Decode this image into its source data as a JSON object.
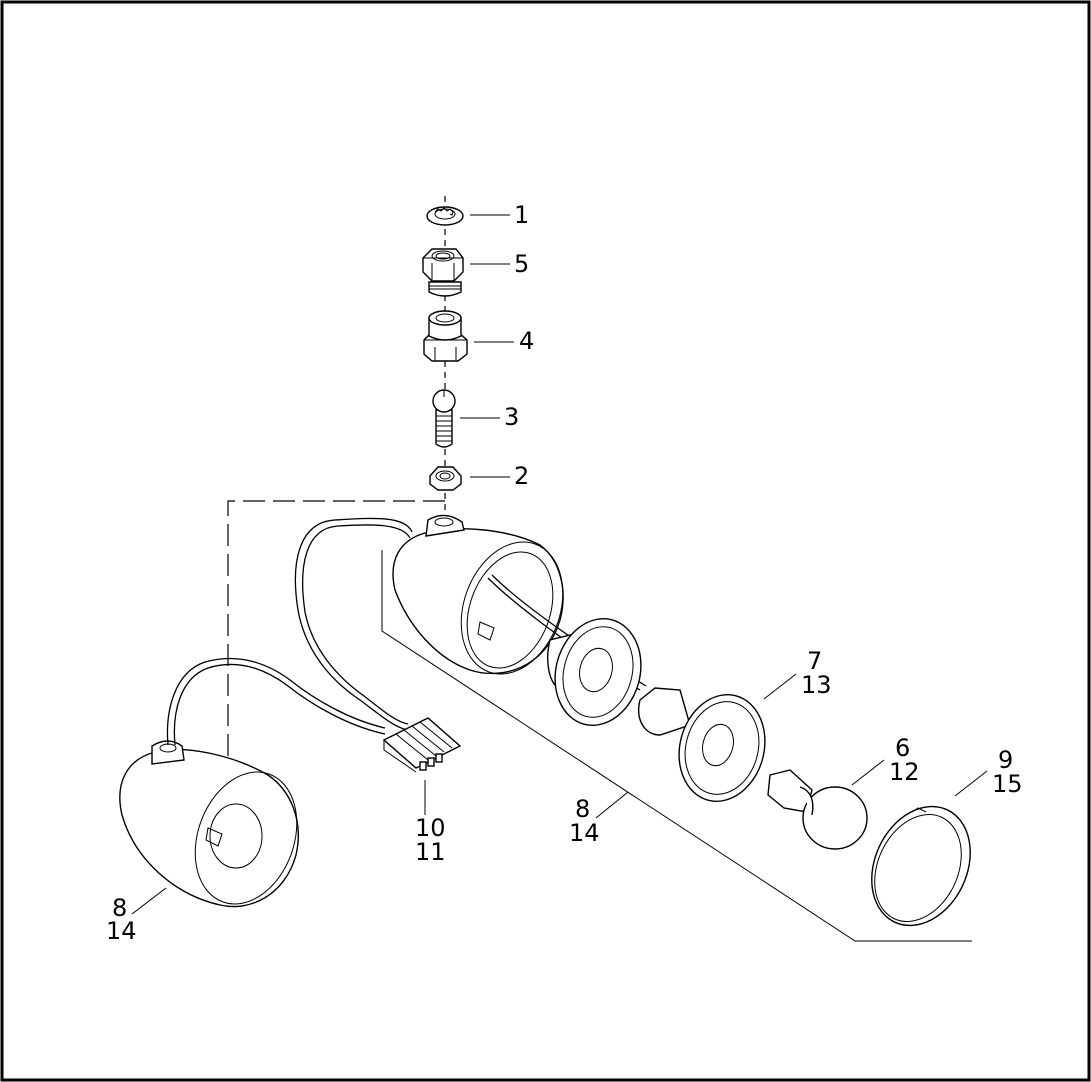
{
  "callouts": {
    "c1": "1",
    "c5": "5",
    "c4": "4",
    "c3": "3",
    "c2": "2",
    "c7": "7",
    "c13": "13",
    "c6": "6",
    "c12": "12",
    "c9": "9",
    "c15": "15",
    "c8a": "8",
    "c14a": "14",
    "c10": "10",
    "c11": "11",
    "c8b": "8",
    "c14b": "14"
  }
}
